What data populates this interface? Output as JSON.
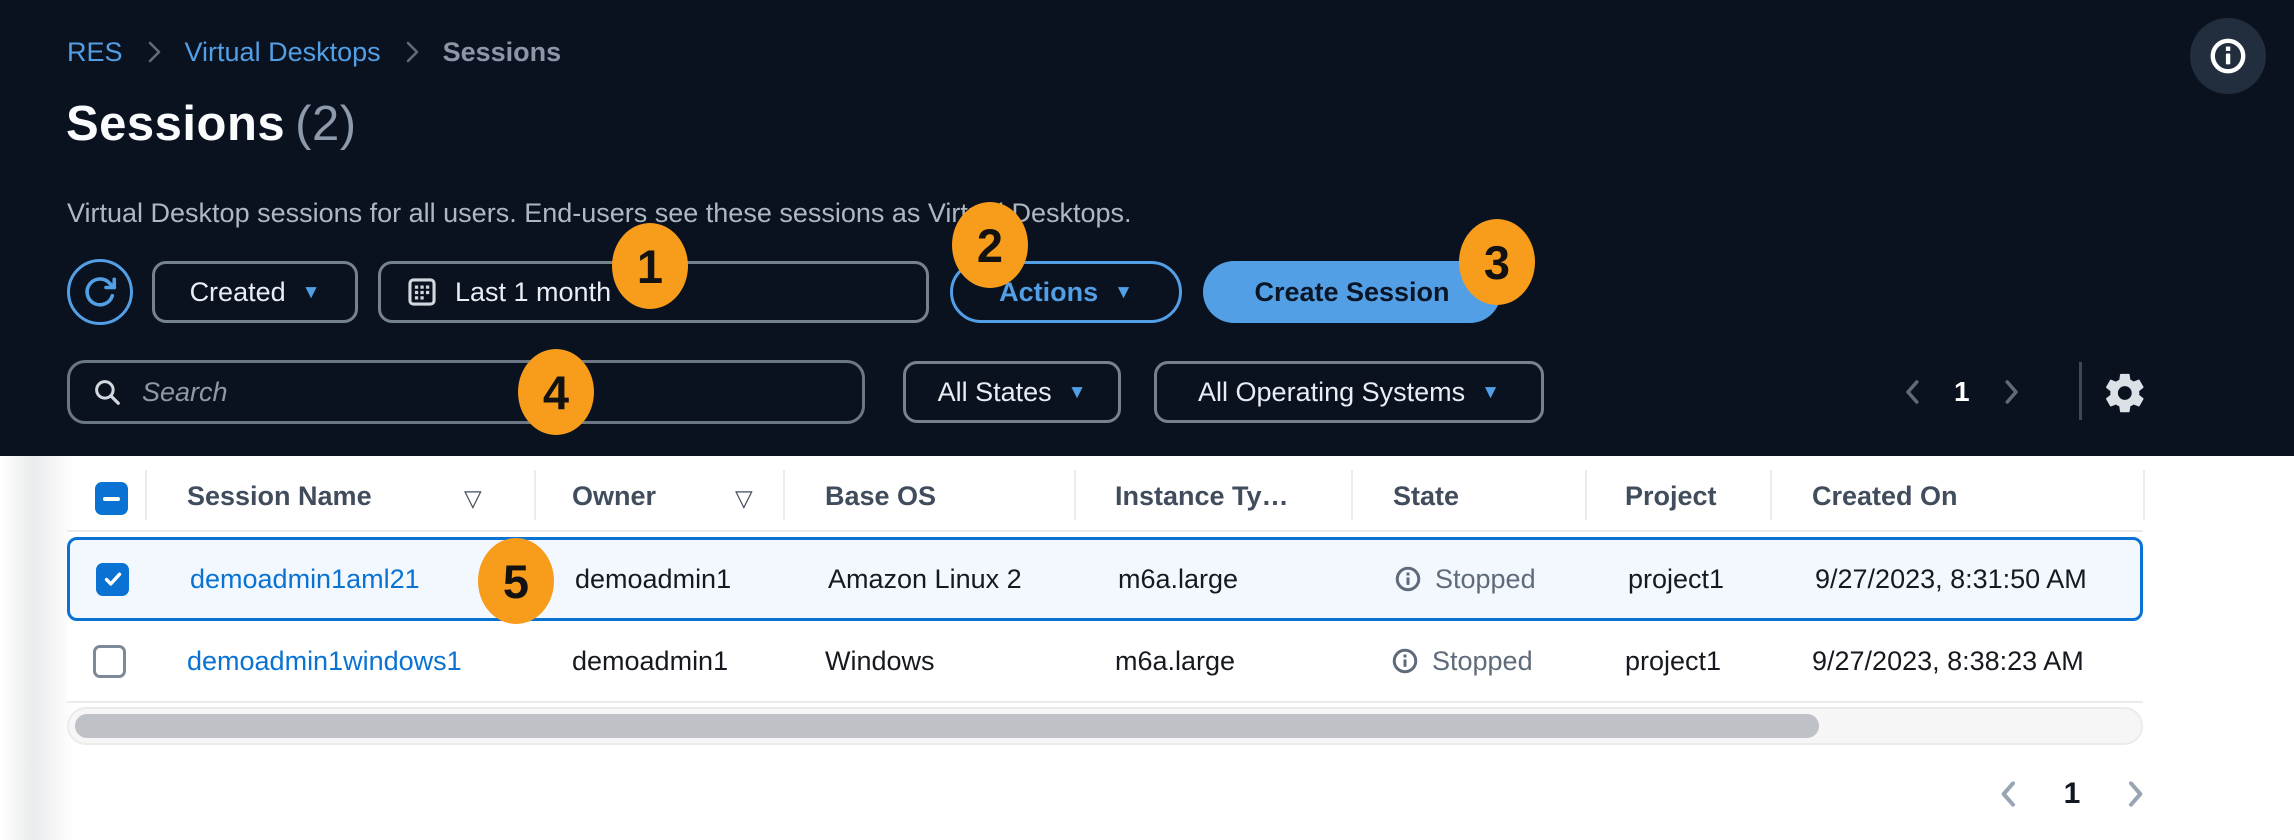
{
  "breadcrumb": {
    "items": [
      "RES",
      "Virtual Desktops",
      "Sessions"
    ]
  },
  "page_header": {
    "title": "Sessions",
    "count": "(2)",
    "description": "Virtual Desktop sessions for all users. End-users see these sessions as Virtual Desktops."
  },
  "toolbar": {
    "sort_by": "Created",
    "date_range": "Last 1 month",
    "actions": "Actions",
    "create_session": "Create Session"
  },
  "filter_bar": {
    "search_placeholder": "Search",
    "state_filter": "All States",
    "os_filter": "All Operating Systems",
    "page": "1"
  },
  "table": {
    "columns": [
      {
        "label": "Session Name"
      },
      {
        "label": "Owner"
      },
      {
        "label": "Base OS"
      },
      {
        "label": "Instance Ty…"
      },
      {
        "label": "State"
      },
      {
        "label": "Project"
      },
      {
        "label": "Created On"
      }
    ],
    "rows": [
      {
        "session_name": "demoadmin1aml21",
        "owner": "demoadmin1",
        "base_os": "Amazon Linux 2",
        "instance_type": "m6a.large",
        "state": "Stopped",
        "project": "project1",
        "created_on": "9/27/2023, 8:31:50 AM"
      },
      {
        "session_name": "demoadmin1windows1",
        "owner": "demoadmin1",
        "base_os": "Windows",
        "instance_type": "m6a.large",
        "state": "Stopped",
        "project": "project1",
        "created_on": "9/27/2023, 8:38:23 AM"
      }
    ]
  },
  "bottom_pagination": {
    "page": "1"
  },
  "annotations": {
    "badges": [
      "1",
      "2",
      "3",
      "4",
      "5"
    ]
  },
  "colors": {
    "dark_bg": "#0a1220",
    "accent_blue": "#539fe5",
    "link_blue": "#0972d3",
    "selected_row_bg": "#f2f8fd",
    "selected_row_border": "#0972d3",
    "state_gray": "#5f6b7a",
    "annotation_orange": "#f89c1c"
  }
}
